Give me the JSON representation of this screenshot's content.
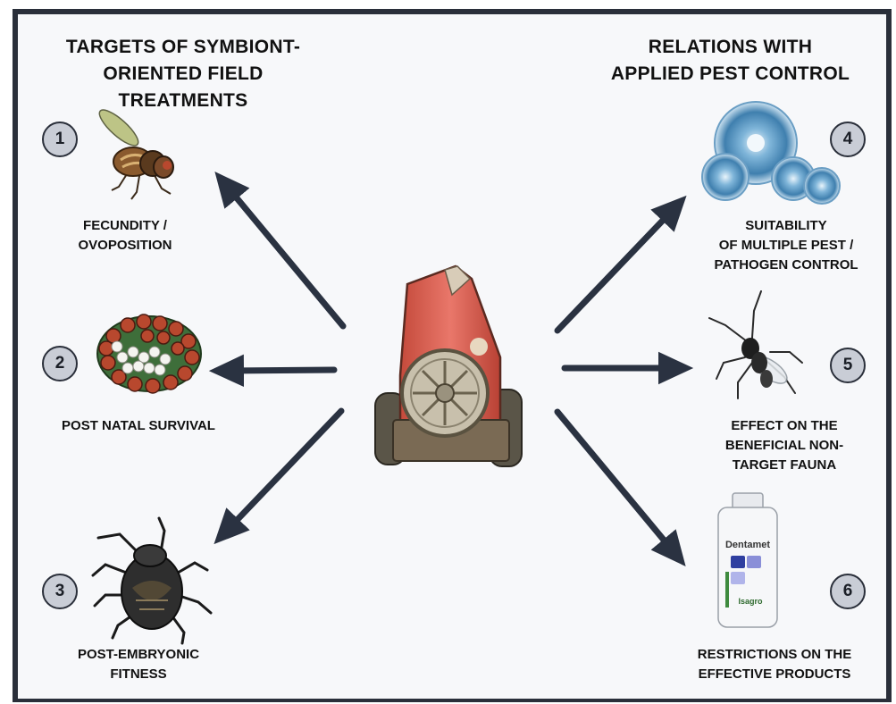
{
  "left_heading": [
    "TARGETS OF SYMBIONT-",
    "ORIENTED FIELD",
    "TREATMENTS"
  ],
  "right_heading": [
    "RELATIONS WITH",
    "APPLIED PEST CONTROL"
  ],
  "items": [
    {
      "number": "1",
      "caption": [
        "FECUNDITY /",
        "OVOPOSITION"
      ],
      "icon": "fruit-fly-icon"
    },
    {
      "number": "2",
      "caption": [
        "POST NATAL SURVIVAL"
      ],
      "icon": "egg-mass-icon"
    },
    {
      "number": "3",
      "caption": [
        "POST-EMBRYONIC",
        "FITNESS"
      ],
      "icon": "stink-bug-icon"
    },
    {
      "number": "4",
      "caption": [
        "SUITABILITY",
        "OF MULTIPLE PEST /",
        "PATHOGEN CONTROL"
      ],
      "icon": "fungal-colony-icon"
    },
    {
      "number": "5",
      "caption": [
        "EFFECT ON THE",
        "BENEFICIAL NON-",
        "TARGET FAUNA"
      ],
      "icon": "parasitoid-wasp-icon"
    },
    {
      "number": "6",
      "caption": [
        "RESTRICTIONS ON THE",
        "EFFECTIVE PRODUCTS"
      ],
      "icon": "product-bottle-icon"
    }
  ],
  "bottle_label": "Dentamet",
  "bottle_brand": "Isagro",
  "center_icon": "sprayer-icon",
  "colors": {
    "frame": "#2a2f3a",
    "arrow": "#2a3241",
    "badge": "#c9cdd6"
  }
}
